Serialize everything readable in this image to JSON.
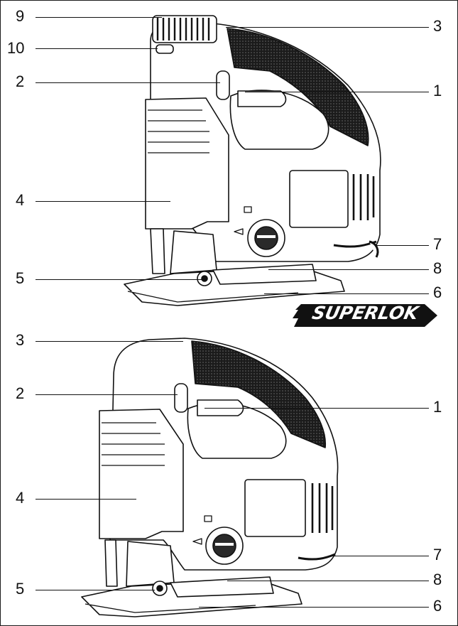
{
  "diagram": {
    "logo": {
      "text": "SUPERLOK"
    },
    "top_view": {
      "labels": [
        "9",
        "10",
        "2",
        "4",
        "5",
        "3",
        "1",
        "7",
        "8",
        "6"
      ]
    },
    "bottom_view": {
      "labels": [
        "3",
        "2",
        "4",
        "5",
        "1",
        "7",
        "8",
        "6"
      ]
    }
  }
}
